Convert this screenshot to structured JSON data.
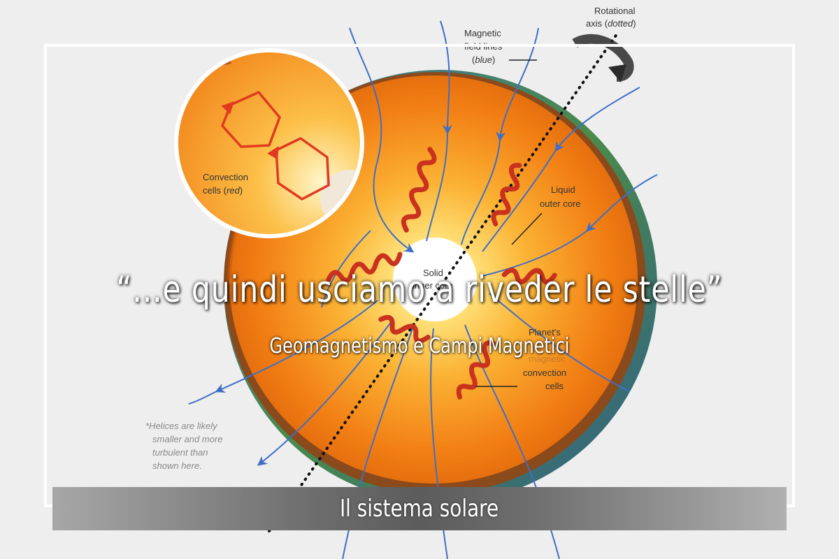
{
  "diagram": {
    "labels": {
      "rotational_axis_line1": "Rotational",
      "rotational_axis_line2a": "axis (",
      "rotational_axis_line2b": "dotted",
      "rotational_axis_line2c": ")",
      "magnetic_line1": "Magnetic",
      "magnetic_line2": "field lines",
      "magnetic_line3a": "(",
      "magnetic_line3b": "blue",
      "magnetic_line3c": ")",
      "convection_line1": "Convection",
      "convection_line2a": "cells (",
      "convection_line2b": "red",
      "convection_line2c": ")",
      "liquid_line1": "Liquid",
      "liquid_line2": "outer core",
      "solid_line1": "Solid",
      "solid_line2": "inner core",
      "planet_line1": "Planet's",
      "planet_line2": "magnetic",
      "planet_line3": "convection",
      "planet_line4": "cells",
      "note_line1": "*Helices are likely",
      "note_line2": "smaller and more",
      "note_line3": "turbulent than",
      "note_line4": "shown here."
    },
    "colors": {
      "outer_core": "#f07c14",
      "inner_core": "#ffffff",
      "field_lines": "#3f6fc4",
      "convection": "#e03a20",
      "helix": "#c8321e",
      "crust": "#8b4a1c"
    }
  },
  "overlay": {
    "quote": "“...e quindi usciamo a riveder le stelle”",
    "subtitle": "Geomagnetismo e Campi Magnetici",
    "bottom_label": "Il sistema solare"
  }
}
